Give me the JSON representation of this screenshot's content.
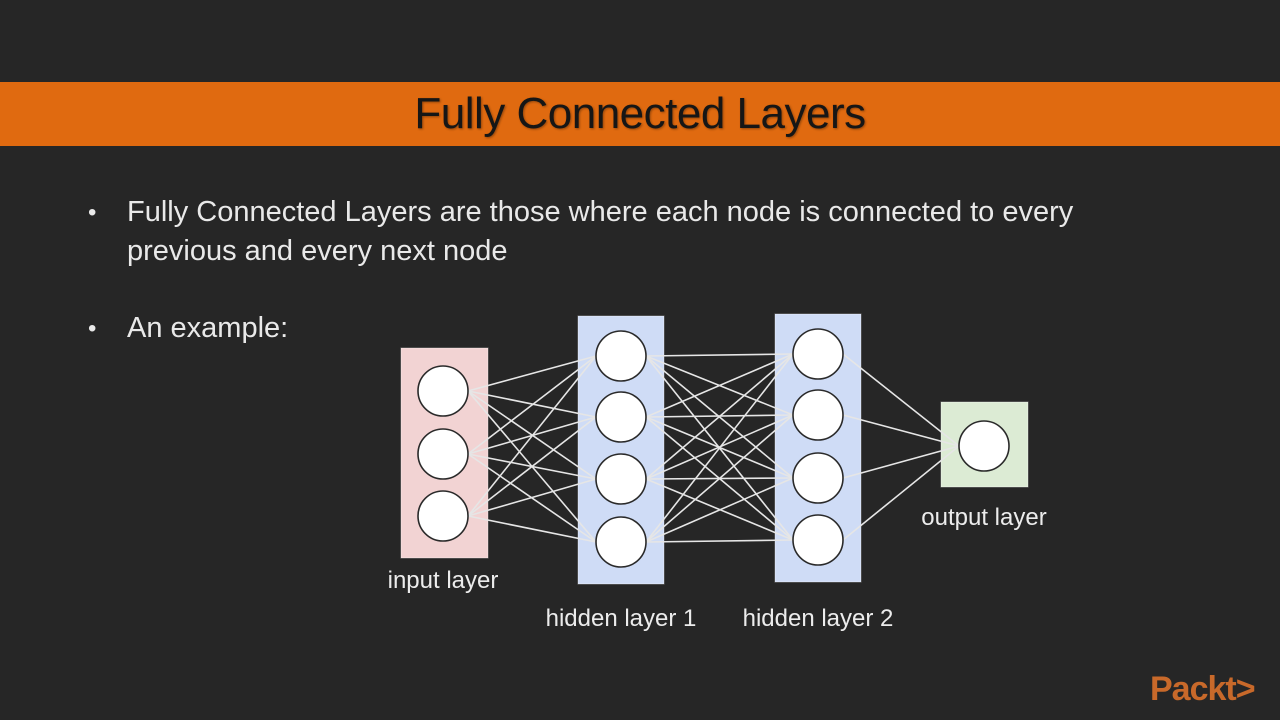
{
  "slide": {
    "title": "Fully Connected Layers",
    "bullets": [
      "Fully Connected Layers are those where each node is connected to every previous and every next node",
      "An example:"
    ]
  },
  "diagram": {
    "layers": [
      {
        "label": "input layer",
        "nodes": 3,
        "fill": "#f2d3d3"
      },
      {
        "label": "hidden layer 1",
        "nodes": 4,
        "fill": "#cfdcf6"
      },
      {
        "label": "hidden layer 2",
        "nodes": 4,
        "fill": "#cfdcf6"
      },
      {
        "label": "output layer",
        "nodes": 1,
        "fill": "#dcebd4"
      }
    ],
    "connection_color": "#e6e6e6",
    "label_color": "#ececec"
  },
  "brand": {
    "logo_text": "Packt>",
    "color": "#c8692a"
  },
  "colors": {
    "background": "#262626",
    "title_bar": "#e06a10"
  }
}
